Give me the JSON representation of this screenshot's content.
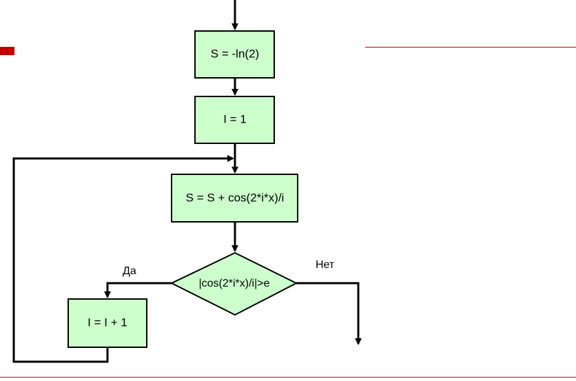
{
  "colors": {
    "accent": "#c00000",
    "node_fill": "#ccffcc",
    "stroke": "#000000"
  },
  "nodes": {
    "init_s": "S = -ln(2)",
    "init_i": "I = 1",
    "accumulate": "S = S + cos(2*i*x)/i",
    "condition": "|cos(2*i*x)/i|>e",
    "increment": "I = I + 1"
  },
  "edges": {
    "yes_label": "Да",
    "no_label": "Нет"
  }
}
